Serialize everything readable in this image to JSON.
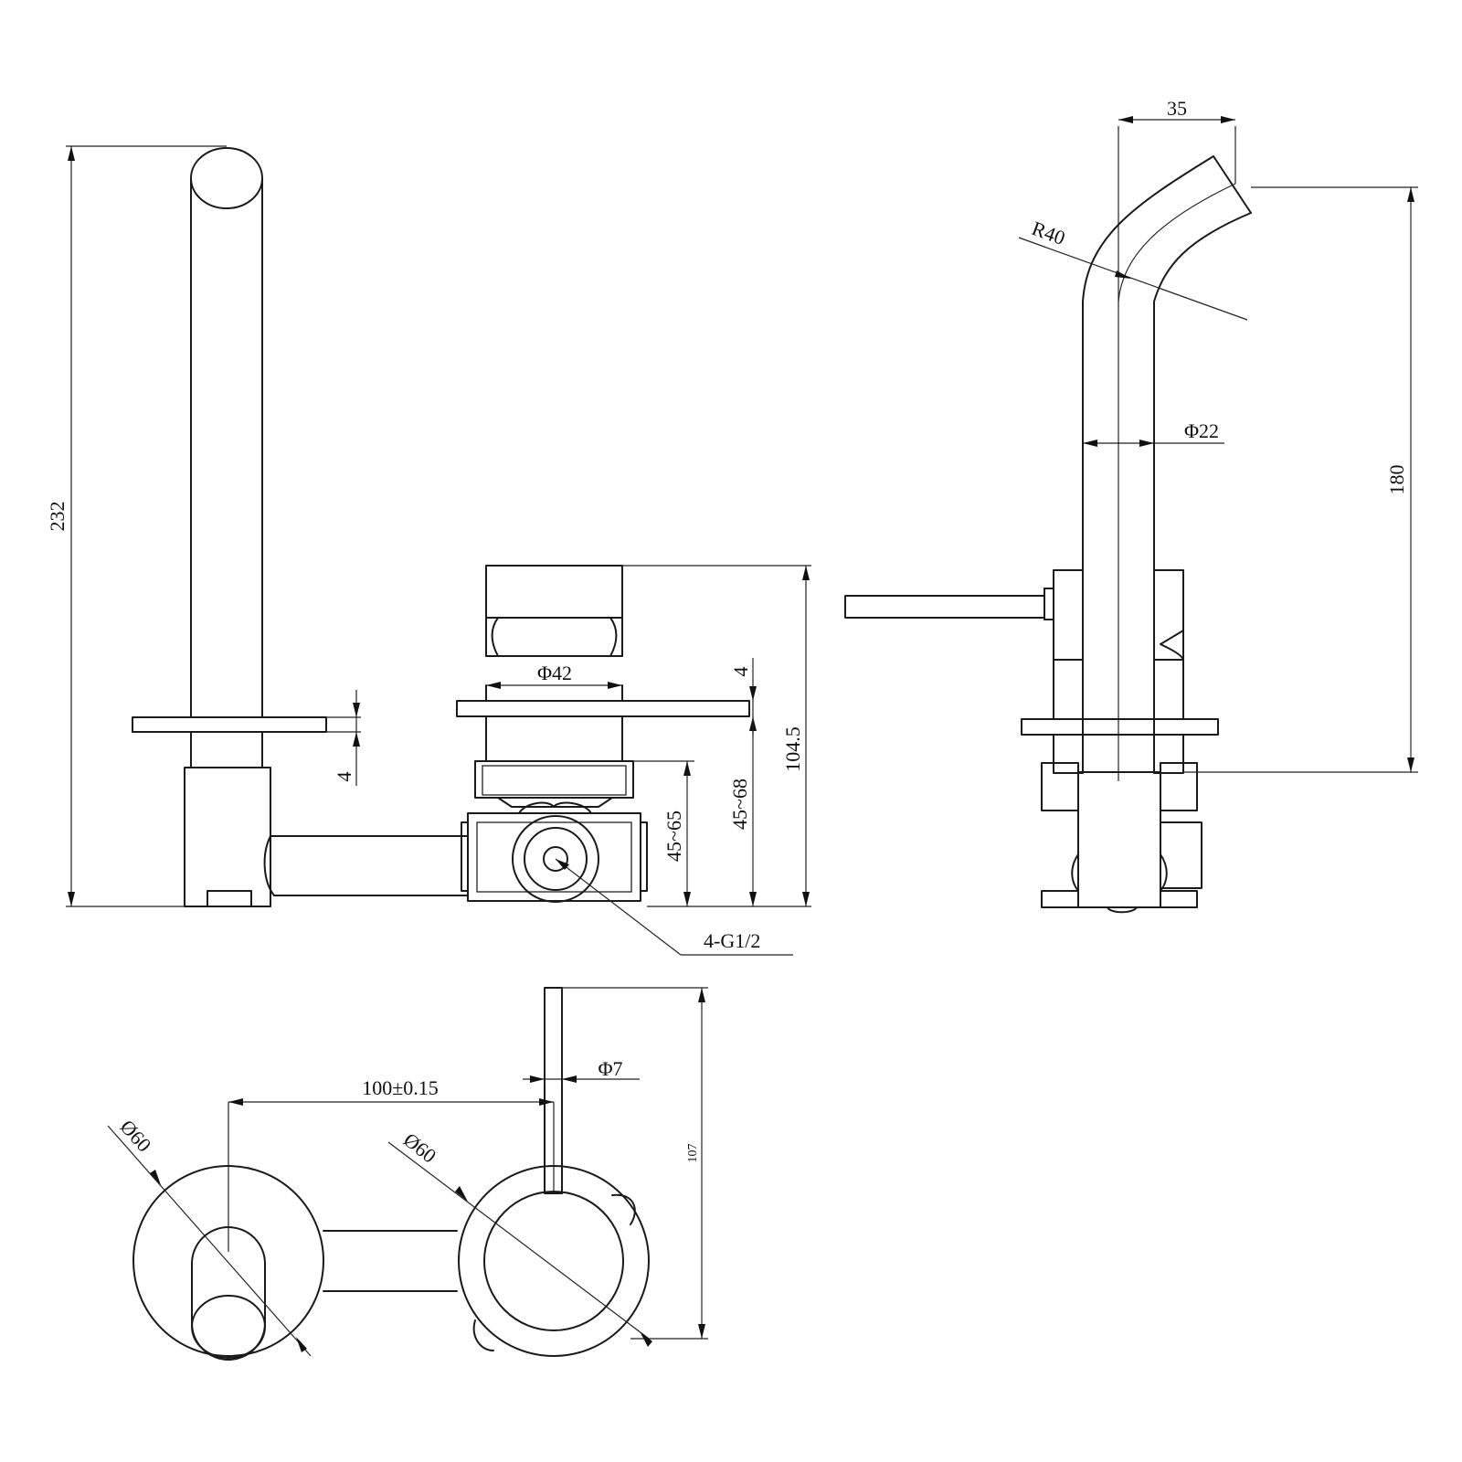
{
  "dimensions": {
    "spout_height": "232",
    "plate_thickness_left": "4",
    "mixer_diameter": "Φ42",
    "mixer_plate_thickness": "4",
    "mixer_depth_a": "45~65",
    "mixer_depth_b": "45~68",
    "mixer_height": "104.5",
    "thread_spec": "4-G1/2",
    "spout_reach": "35",
    "bend_radius": "R40",
    "spout_diameter": "Φ22",
    "spout_side_height": "180",
    "handle_diameter": "Φ7",
    "centre_distance": "100±0.15",
    "plate_diameter_left": "Ø60",
    "plate_diameter_right": "Ø60",
    "handle_height": "107"
  }
}
